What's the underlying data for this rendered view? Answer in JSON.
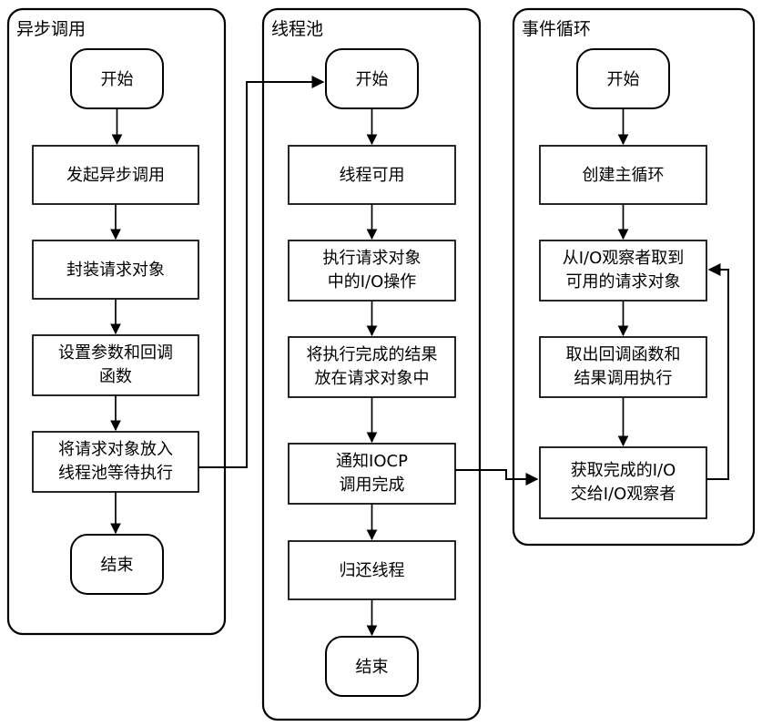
{
  "diagram": {
    "title_present": false,
    "colors": {
      "stroke": "#000000",
      "fill": "#ffffff",
      "text": "#000000"
    },
    "lanes": [
      {
        "id": "async-call",
        "title": "异步调用",
        "nodes": [
          {
            "id": "a-start",
            "type": "terminal",
            "label": "开始"
          },
          {
            "id": "a-1",
            "type": "process",
            "label": "发起异步调用"
          },
          {
            "id": "a-2",
            "type": "process",
            "label": "封装请求对象"
          },
          {
            "id": "a-3",
            "type": "process",
            "label": "设置参数和回调\n函数",
            "lines": [
              "设置参数和回调",
              "函数"
            ]
          },
          {
            "id": "a-4",
            "type": "process",
            "label": "将请求对象放入\n线程池等待执行",
            "lines": [
              "将请求对象放入",
              "线程池等待执行"
            ]
          },
          {
            "id": "a-end",
            "type": "terminal",
            "label": "结束"
          }
        ]
      },
      {
        "id": "thread-pool",
        "title": "线程池",
        "nodes": [
          {
            "id": "b-start",
            "type": "terminal",
            "label": "开始"
          },
          {
            "id": "b-1",
            "type": "process",
            "label": "线程可用"
          },
          {
            "id": "b-2",
            "type": "process",
            "label": "执行请求对象\n中的I/O操作",
            "lines": [
              "执行请求对象",
              "中的I/O操作"
            ]
          },
          {
            "id": "b-3",
            "type": "process",
            "label": "将执行完成的结果\n放在请求对象中",
            "lines": [
              "将执行完成的结果",
              "放在请求对象中"
            ]
          },
          {
            "id": "b-4",
            "type": "process",
            "label": "通知IOCP\n调用完成",
            "lines": [
              "通知IOCP",
              "调用完成"
            ]
          },
          {
            "id": "b-5",
            "type": "process",
            "label": "归还线程"
          },
          {
            "id": "b-end",
            "type": "terminal",
            "label": "结束"
          }
        ]
      },
      {
        "id": "event-loop",
        "title": "事件循环",
        "nodes": [
          {
            "id": "c-start",
            "type": "terminal",
            "label": "开始"
          },
          {
            "id": "c-1",
            "type": "process",
            "label": "创建主循环"
          },
          {
            "id": "c-2",
            "type": "process",
            "label": "从I/O观察者取到\n可用的请求对象",
            "lines": [
              "从I/O观察者取到",
              "可用的请求对象"
            ]
          },
          {
            "id": "c-3",
            "type": "process",
            "label": "取出回调函数和\n结果调用执行",
            "lines": [
              "取出回调函数和",
              "结果调用执行"
            ]
          },
          {
            "id": "c-4",
            "type": "process",
            "label": "获取完成的I/O\n交给I/O观察者",
            "lines": [
              "获取完成的I/O",
              "交给I/O观察者"
            ]
          }
        ]
      }
    ],
    "cross_lane_connectors": [
      {
        "id": "conn-async-to-pool",
        "from": "a-4",
        "to": "b-start",
        "label": ""
      },
      {
        "id": "conn-pool-to-loop",
        "from": "b-4",
        "to": "c-4",
        "label": ""
      },
      {
        "id": "conn-loop-feedback",
        "from": "c-4",
        "to": "c-2",
        "label": ""
      }
    ]
  }
}
